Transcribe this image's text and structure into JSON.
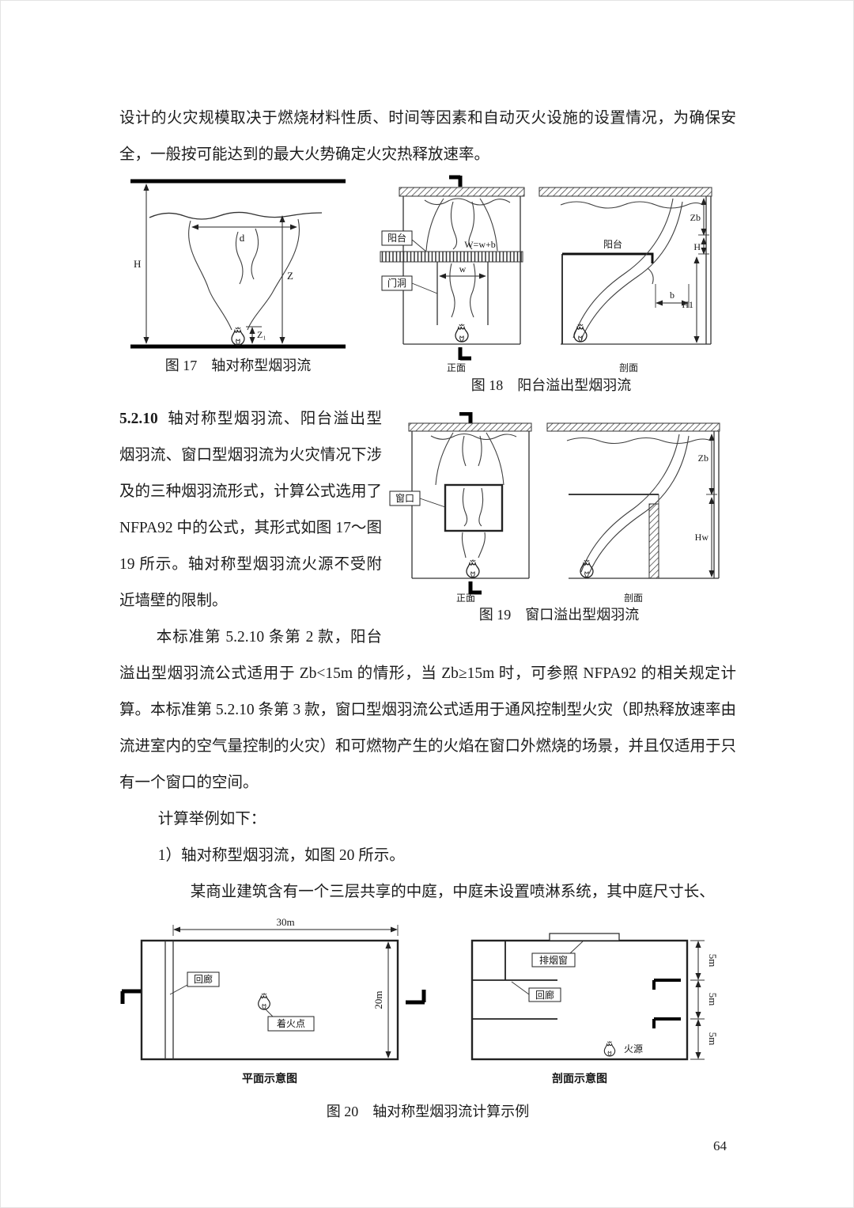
{
  "page_number": "64",
  "paragraphs": {
    "intro": "设计的火灾规模取决于燃烧材料性质、时间等因素和自动灭火设施的设置情况，为确保安全，一般按可能达到的最大火势确定火灾热释放速率。",
    "sec_num": "5.2.10",
    "sec_body": "轴对称型烟羽流、阳台溢出型烟羽流、窗口型烟羽流为火灾情况下涉及的三种烟羽流形式，计算公式选用了 NFPA92 中的公式，其形式如图 17～图 19 所示。轴对称型烟羽流火源不受附近墙壁的限制。",
    "p2": "本标准第 5.2.10 条第 2 款，阳台溢出型烟羽流公式适用于 Zb<15m 的情形，当 Zb≥15m 时，可参照 NFPA92 的相关规定计算。本标准第 5.2.10 条第 3 款，窗口型烟羽流公式适用于通风控制型火灾（即热释放速率由流进室内的空气量控制的火灾）和可燃物产生的火焰在窗口外燃烧的场景，并且仅适用于只有一个窗口的空间。",
    "p3": "计算举例如下：",
    "p4": "1）轴对称型烟羽流，如图 20 所示。",
    "p5": "某商业建筑含有一个三层共享的中庭，中庭未设置喷淋系统，其中庭尺寸长、"
  },
  "fig17": {
    "caption": "图 17　轴对称型烟羽流",
    "H": "H",
    "d": "d",
    "Z": "Z",
    "Z1": "Z₁"
  },
  "fig18": {
    "caption": "图 18　阳台溢出型烟羽流",
    "balcony": "阳台",
    "w_formula": "W=w+b",
    "door": "门洞",
    "w": "w",
    "front": "正面",
    "balcony2": "阳台",
    "Zb": "Zb",
    "H": "H",
    "H1": "H1",
    "b": "b",
    "section": "剖面"
  },
  "fig19": {
    "caption": "图 19　窗口溢出型烟羽流",
    "window": "窗口",
    "front": "正面",
    "Zb": "Zb",
    "Hw": "Hw",
    "section": "剖面"
  },
  "fig20": {
    "caption": "图 20　轴对称型烟羽流计算示例",
    "plan_title": "平面示意图",
    "w30": "30m",
    "h20": "20m",
    "corridor": "回廊",
    "fire_point": "着火点",
    "sec_title": "剖面示意图",
    "vent": "排烟窗",
    "corridor2": "回廊",
    "f1": "5m",
    "f2": "5m",
    "f3": "5m",
    "fire": "火源"
  }
}
